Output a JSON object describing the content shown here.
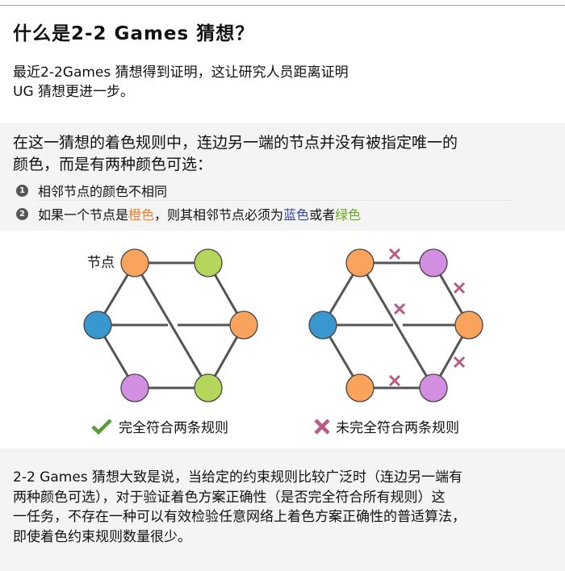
{
  "header": {
    "title": "什么是2-2 Games 猜想？",
    "intro": "最近2-2Games 猜想得到证明，这让研究人员距离证明UG 猜想更进一步。",
    "intro_line1": "最近2-2Games 猜想得到证明，这让研究人员距离证明",
    "intro_line2": "UG 猜想更进一步。"
  },
  "rules": {
    "heading_line1": "在这一猜想的着色规则中，连边另一端的节点并没有被指定唯一的",
    "heading_line2": "颜色，而是有两种颜色可选：",
    "items": [
      {
        "number": "1",
        "text": "相邻节点的颜色不相同"
      },
      {
        "number": "2",
        "text_pre": "如果一个节点是",
        "orange_word": "橙色",
        "text_mid": "，则其相邻节点必须为",
        "blue_word": "蓝色",
        "text_or": "或者",
        "green_word": "绿色"
      }
    ]
  },
  "colors": {
    "orange": "#f9a35c",
    "green": "#b4d65a",
    "blue": "#3897cf",
    "purple": "#d28ee0",
    "edge": "#555555",
    "cross": "#b85c86",
    "check": "#5a9a38"
  },
  "diagrams": {
    "node_label": "节点",
    "valid": {
      "caption": "完全符合两条规则",
      "icon": "check-icon",
      "nodes": {
        "top_left": "orange",
        "top_right": "green",
        "left": "blue",
        "right": "orange",
        "bottom_left": "purple",
        "bottom_right": "green"
      }
    },
    "invalid": {
      "caption": "未完全符合两条规则",
      "icon": "cross-icon",
      "nodes": {
        "top_left": "orange",
        "top_right": "purple",
        "left": "blue",
        "right": "orange",
        "bottom_left": "orange",
        "bottom_right": "purple"
      },
      "violation_marks": 5
    }
  },
  "summary": {
    "line1": "2-2 Games 猜想大致是说，当给定的约束规则比较广泛时（连边另一端有",
    "line2": "两种颜色可选），对于验证着色方案正确性（是否完全符合所有规则）这",
    "line3": "一任务，不存在一种可以有效检验任意网络上着色方案正确性的普适算法，",
    "line4": "即使着色约束规则数量很少。"
  }
}
